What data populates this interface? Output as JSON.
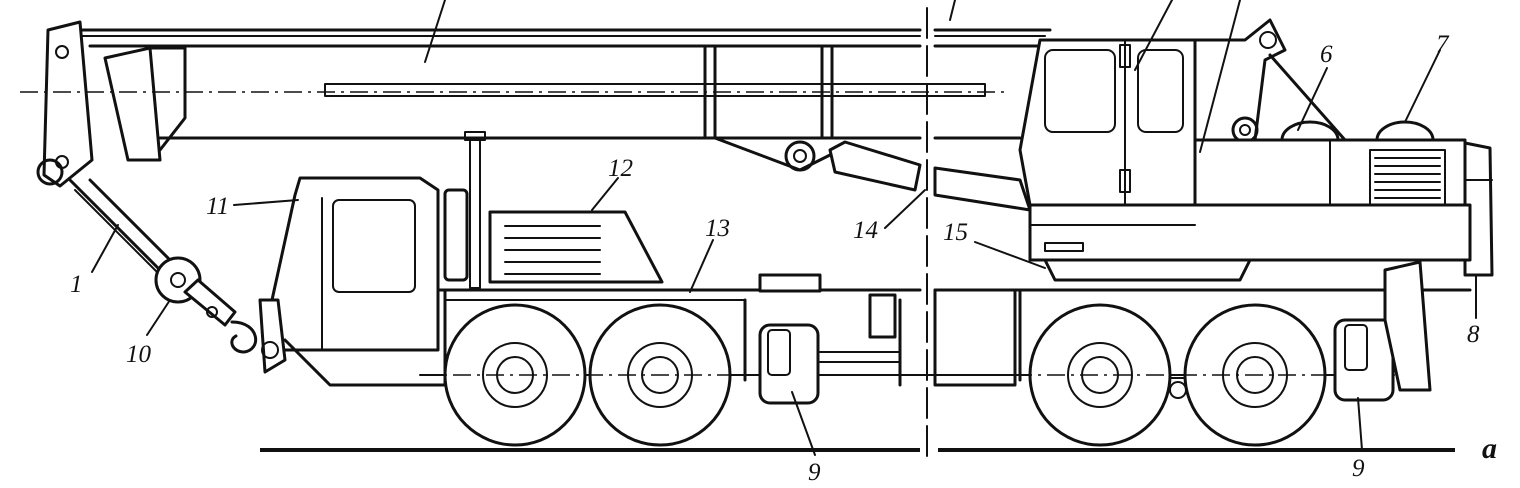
{
  "diagram": {
    "callouts": [
      {
        "id": "c1",
        "text": "1"
      },
      {
        "id": "c6",
        "text": "6"
      },
      {
        "id": "c7",
        "text": "7"
      },
      {
        "id": "c8",
        "text": "8"
      },
      {
        "id": "c9a",
        "text": "9"
      },
      {
        "id": "c9b",
        "text": "9"
      },
      {
        "id": "c10",
        "text": "10"
      },
      {
        "id": "c11",
        "text": "11"
      },
      {
        "id": "c12",
        "text": "12"
      },
      {
        "id": "c13",
        "text": "13"
      },
      {
        "id": "c14",
        "text": "14"
      },
      {
        "id": "c15",
        "text": "15"
      }
    ],
    "view_label": "a"
  }
}
